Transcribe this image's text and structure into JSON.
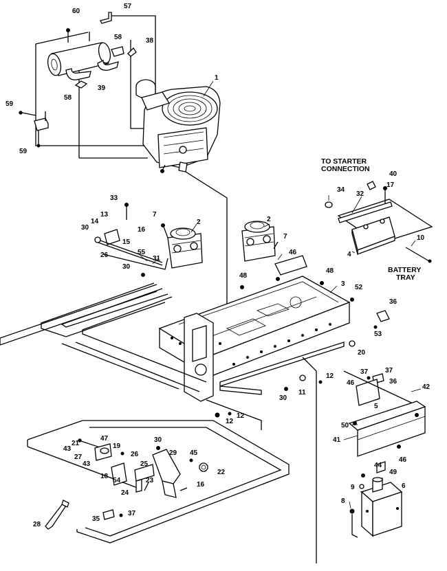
{
  "captions": {
    "starter_line1": "TO STARTER",
    "starter_line2": "CONNECTION",
    "battery_line1": "BATTERY",
    "battery_line2": "TRAY"
  },
  "callouts": [
    {
      "id": "c60",
      "text": "60"
    },
    {
      "id": "c57",
      "text": "57"
    },
    {
      "id": "c58a",
      "text": "58"
    },
    {
      "id": "c38",
      "text": "38"
    },
    {
      "id": "c39",
      "text": "39"
    },
    {
      "id": "c1",
      "text": "1"
    },
    {
      "id": "c59a",
      "text": "59"
    },
    {
      "id": "c58b",
      "text": "58"
    },
    {
      "id": "c59b",
      "text": "59"
    },
    {
      "id": "c40",
      "text": "40"
    },
    {
      "id": "c34",
      "text": "34"
    },
    {
      "id": "c32",
      "text": "32"
    },
    {
      "id": "c17",
      "text": "17"
    },
    {
      "id": "c4",
      "text": "4"
    },
    {
      "id": "c10",
      "text": "10"
    },
    {
      "id": "c33",
      "text": "33"
    },
    {
      "id": "c7a",
      "text": "7"
    },
    {
      "id": "c2a",
      "text": "2"
    },
    {
      "id": "c2b",
      "text": "2"
    },
    {
      "id": "c7b",
      "text": "7"
    },
    {
      "id": "c14",
      "text": "14"
    },
    {
      "id": "c13",
      "text": "13"
    },
    {
      "id": "c30a",
      "text": "30"
    },
    {
      "id": "c16a",
      "text": "16"
    },
    {
      "id": "c15",
      "text": "15"
    },
    {
      "id": "c26a",
      "text": "26"
    },
    {
      "id": "c55",
      "text": "55"
    },
    {
      "id": "c31",
      "text": "31"
    },
    {
      "id": "c30b",
      "text": "30"
    },
    {
      "id": "c46a",
      "text": "46"
    },
    {
      "id": "c48a",
      "text": "48"
    },
    {
      "id": "c48b",
      "text": "48"
    },
    {
      "id": "c3",
      "text": "3"
    },
    {
      "id": "c52",
      "text": "52"
    },
    {
      "id": "c36a",
      "text": "36"
    },
    {
      "id": "c53",
      "text": "53"
    },
    {
      "id": "c20",
      "text": "20"
    },
    {
      "id": "c37a",
      "text": "37"
    },
    {
      "id": "c37b",
      "text": "37"
    },
    {
      "id": "c36b",
      "text": "36"
    },
    {
      "id": "c46b",
      "text": "46"
    },
    {
      "id": "c5",
      "text": "5"
    },
    {
      "id": "c12a",
      "text": "12"
    },
    {
      "id": "c11",
      "text": "11"
    },
    {
      "id": "c30c",
      "text": "30"
    },
    {
      "id": "c12b",
      "text": "12"
    },
    {
      "id": "c12c",
      "text": "12"
    },
    {
      "id": "c42",
      "text": "42"
    },
    {
      "id": "c50",
      "text": "50"
    },
    {
      "id": "c41",
      "text": "41"
    },
    {
      "id": "c46c",
      "text": "46"
    },
    {
      "id": "c44",
      "text": "44"
    },
    {
      "id": "c49",
      "text": "49"
    },
    {
      "id": "c9",
      "text": "9"
    },
    {
      "id": "c6",
      "text": "6"
    },
    {
      "id": "c8",
      "text": "8"
    },
    {
      "id": "c21",
      "text": "21"
    },
    {
      "id": "c43a",
      "text": "43"
    },
    {
      "id": "c47",
      "text": "47"
    },
    {
      "id": "c19",
      "text": "19"
    },
    {
      "id": "c30d",
      "text": "30"
    },
    {
      "id": "c27",
      "text": "27"
    },
    {
      "id": "c43b",
      "text": "43"
    },
    {
      "id": "c26b",
      "text": "26"
    },
    {
      "id": "c29",
      "text": "29"
    },
    {
      "id": "c45",
      "text": "45"
    },
    {
      "id": "c18",
      "text": "18"
    },
    {
      "id": "c54",
      "text": "54"
    },
    {
      "id": "c25",
      "text": "25"
    },
    {
      "id": "c23",
      "text": "23"
    },
    {
      "id": "c22",
      "text": "22"
    },
    {
      "id": "c24",
      "text": "24"
    },
    {
      "id": "c16b",
      "text": "16"
    },
    {
      "id": "c28",
      "text": "28"
    },
    {
      "id": "c35",
      "text": "35"
    },
    {
      "id": "c37c",
      "text": "37"
    }
  ]
}
